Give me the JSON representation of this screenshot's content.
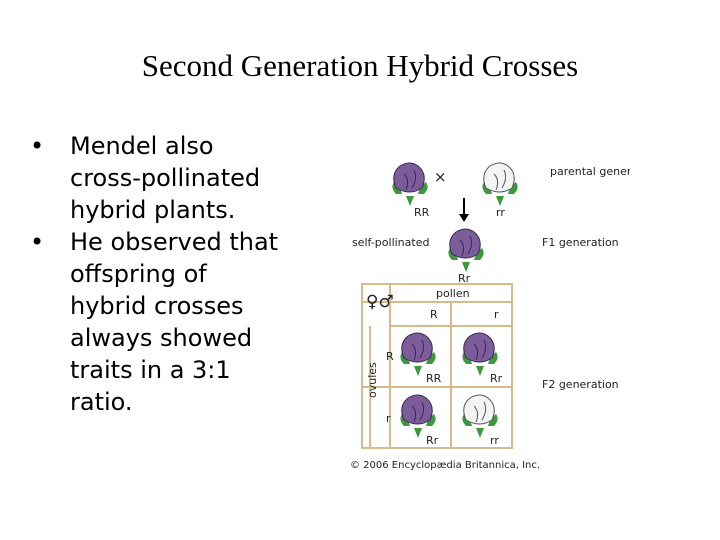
{
  "slide": {
    "title": "Second Generation Hybrid Crosses",
    "bullets": [
      "Mendel also cross-pollinated hybrid plants.",
      "He observed that offspring of hybrid crosses always showed traits in a 3:1 ratio."
    ]
  },
  "figure": {
    "cross_symbol": "×",
    "parental_generation": "parental generation (P)",
    "parent_left_genotype": "RR",
    "parent_right_genotype": "rr",
    "self_pollinated": "self-pollinated",
    "f1_genotype": "Rr",
    "f1_label": "F1 generation",
    "sex_symbols": "♀♂",
    "pollen_label": "pollen",
    "ovules_label": "ovules",
    "pollen_alleles": [
      "R",
      "r"
    ],
    "ovule_alleles": [
      "R",
      "r"
    ],
    "punnett_genotypes": [
      "RR",
      "Rr",
      "Rr",
      "rr"
    ],
    "f2_label": "F2 generation",
    "copyright": "© 2006 Encyclopædia Britannica, Inc.",
    "colors": {
      "purple": "#7d5c9c",
      "white": "#f4f4f4",
      "leaf": "#3c9a3c",
      "grid": "#d7bc8a"
    }
  }
}
